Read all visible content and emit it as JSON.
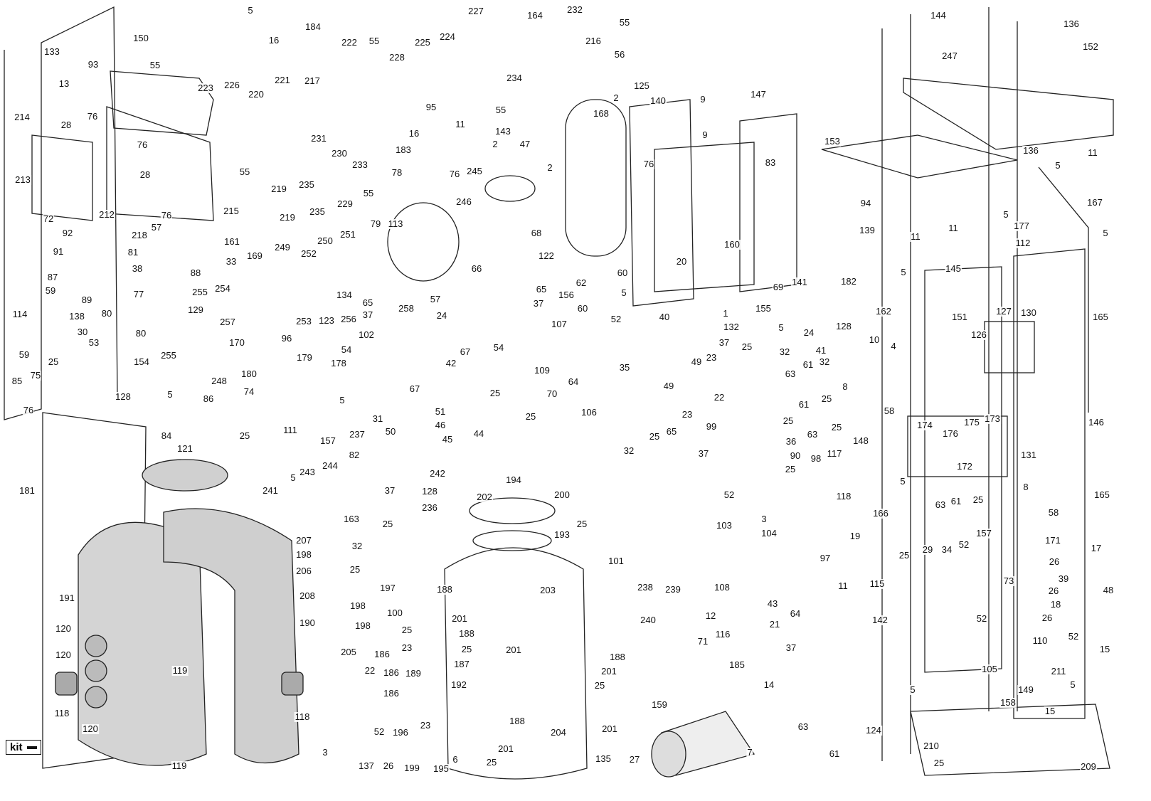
{
  "title": "Exploded parts diagram",
  "kit_label": "kit",
  "callouts": [
    "5",
    "16",
    "184",
    "133",
    "150",
    "93",
    "55",
    "13",
    "214",
    "28",
    "76",
    "213",
    "72",
    "212",
    "76",
    "28",
    "76",
    "218",
    "57",
    "223",
    "226",
    "221",
    "220",
    "217",
    "222",
    "55",
    "225",
    "224",
    "228",
    "227",
    "164",
    "232",
    "55",
    "216",
    "56",
    "234",
    "125",
    "2",
    "168",
    "95",
    "55",
    "11",
    "143",
    "16",
    "183",
    "2",
    "47",
    "2",
    "76",
    "245",
    "246",
    "68",
    "215",
    "55",
    "231",
    "230",
    "233",
    "219",
    "235",
    "55",
    "229",
    "219",
    "235",
    "78",
    "79",
    "113",
    "251",
    "250",
    "252",
    "249",
    "169",
    "33",
    "161",
    "88",
    "81",
    "38",
    "92",
    "91",
    "87",
    "59",
    "89",
    "138",
    "77",
    "80",
    "80",
    "114",
    "30",
    "59",
    "25",
    "53",
    "255",
    "254",
    "129",
    "257",
    "253",
    "134",
    "123",
    "256",
    "66",
    "65",
    "258",
    "57",
    "65",
    "37",
    "37",
    "24",
    "102",
    "54",
    "42",
    "67",
    "67",
    "54",
    "109",
    "96",
    "179",
    "180",
    "178",
    "74",
    "170",
    "248",
    "255",
    "86",
    "154",
    "5",
    "128",
    "85",
    "75",
    "76",
    "84",
    "25",
    "111",
    "157",
    "5",
    "31",
    "51",
    "46",
    "50",
    "237",
    "45",
    "82",
    "244",
    "243",
    "242",
    "128",
    "37",
    "241",
    "5",
    "163",
    "236",
    "25",
    "44",
    "25",
    "70",
    "25",
    "106",
    "35",
    "64",
    "107",
    "60",
    "52",
    "62",
    "60",
    "156",
    "5",
    "122",
    "160",
    "20",
    "40",
    "69",
    "141",
    "140",
    "9",
    "9",
    "147",
    "76",
    "83",
    "94",
    "182",
    "128",
    "24",
    "41",
    "155",
    "5",
    "1",
    "132",
    "37",
    "25",
    "32",
    "49",
    "23",
    "63",
    "61",
    "32",
    "22",
    "25",
    "8",
    "49",
    "23",
    "61",
    "99",
    "25",
    "63",
    "25",
    "32",
    "25",
    "65",
    "37",
    "36",
    "90",
    "98",
    "117",
    "52",
    "25",
    "3",
    "104",
    "103",
    "118",
    "97",
    "19",
    "25",
    "115",
    "29",
    "34",
    "52",
    "157",
    "63",
    "61",
    "25",
    "8",
    "58",
    "171",
    "26",
    "39",
    "73",
    "26",
    "18",
    "26",
    "52",
    "52",
    "110",
    "211",
    "5",
    "105",
    "5",
    "149",
    "158",
    "15",
    "15",
    "48",
    "17",
    "210",
    "25",
    "209",
    "124",
    "63",
    "61",
    "7",
    "159",
    "27",
    "135",
    "201",
    "204",
    "188",
    "201",
    "25",
    "188",
    "201",
    "25",
    "6",
    "195",
    "199",
    "26",
    "137",
    "52",
    "196",
    "3",
    "23",
    "186",
    "192",
    "186",
    "22",
    "189",
    "23",
    "186",
    "187",
    "25",
    "201",
    "188",
    "188",
    "201",
    "25",
    "100",
    "203",
    "193",
    "202",
    "194",
    "200",
    "25",
    "101",
    "197",
    "198",
    "198",
    "25",
    "32",
    "207",
    "198",
    "206",
    "208",
    "205",
    "121",
    "181",
    "191",
    "190",
    "119",
    "119",
    "120",
    "120",
    "120",
    "118",
    "118",
    "108",
    "238",
    "239",
    "240",
    "12",
    "71",
    "116",
    "185",
    "43",
    "21",
    "64",
    "37",
    "14",
    "11",
    "142",
    "144",
    "136",
    "152",
    "247",
    "136",
    "153",
    "11",
    "5",
    "167",
    "5",
    "177",
    "5",
    "11",
    "139",
    "11",
    "145",
    "112",
    "151",
    "127",
    "130",
    "126",
    "165",
    "162",
    "5",
    "10",
    "4",
    "58",
    "148",
    "174",
    "176",
    "175",
    "173",
    "172",
    "131",
    "146",
    "165",
    "166",
    "5"
  ]
}
